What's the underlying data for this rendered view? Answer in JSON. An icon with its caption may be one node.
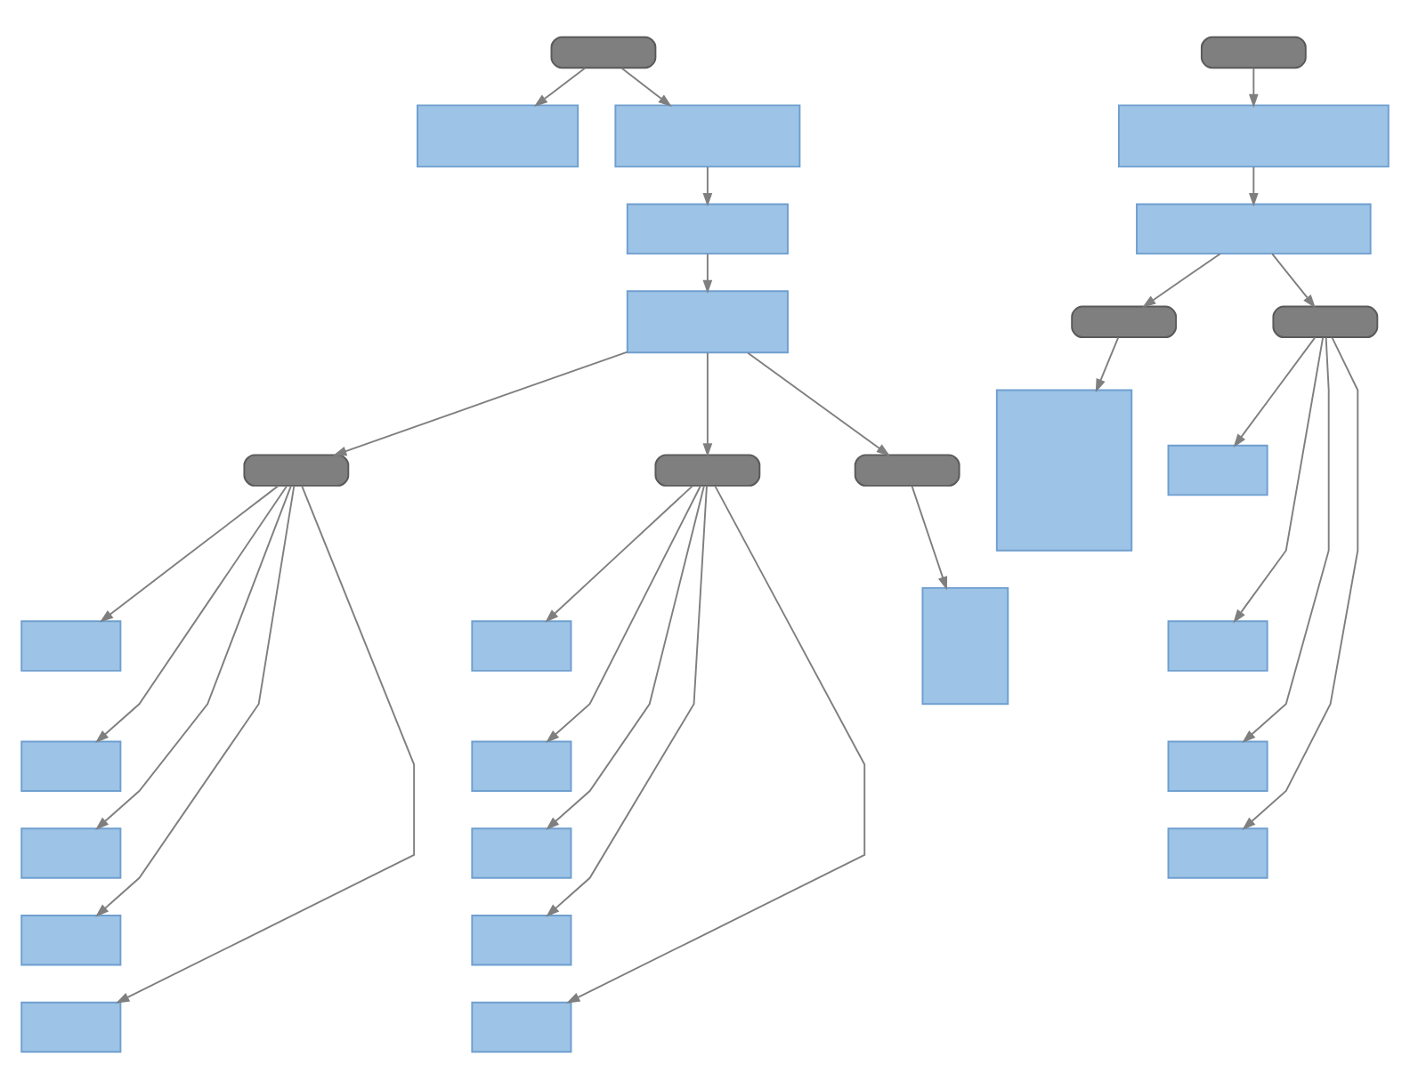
{
  "diagram": {
    "nodes": [
      {
        "text": [],
        "shape": "box"
      },
      {
        "text": [],
        "shape": "box"
      },
      {
        "text": [],
        "shape": "box"
      },
      {
        "text": [],
        "shape": "box"
      },
      {
        "text": [],
        "shape": "box"
      },
      {
        "text": [],
        "shape": "box"
      },
      {
        "text": [],
        "shape": "box"
      },
      {
        "text": [],
        "shape": "box"
      },
      {
        "text": [],
        "shape": "box"
      },
      {
        "text": [],
        "shape": "box"
      },
      {
        "text": [],
        "shape": "box"
      },
      {
        "text": [],
        "shape": "box"
      },
      {
        "text": [],
        "shape": "box"
      },
      {
        "text": [],
        "shape": "box"
      },
      {
        "text": [],
        "shape": "box"
      },
      {
        "text": [],
        "shape": "box"
      },
      {
        "text": [],
        "shape": "box"
      },
      {
        "text": [],
        "shape": "box"
      },
      {
        "text": [],
        "shape": "box"
      },
      {
        "text": [],
        "shape": "box"
      },
      {
        "text": [],
        "shape": "box"
      },
      {
        "text": [],
        "shape": "box"
      },
      {
        "text": [],
        "shape": "box"
      },
      {
        "text": [],
        "shape": "box"
      },
      {
        "text": [],
        "shape": "box"
      },
      {
        "text": [],
        "shape": "box"
      },
      {
        "text": [],
        "shape": "box"
      },
      {
        "text": [],
        "shape": "box"
      },
      {
        "text": [],
        "shape": "box"
      }
    ],
    "edges": [
      {
        "from": 0,
        "to": 1,
        "arrow": "to"
      },
      {
        "from": 0,
        "to": 2,
        "arrow": "to"
      },
      {
        "from": 2,
        "to": 3,
        "arrow": "to"
      },
      {
        "from": 3,
        "to": 4,
        "arrow": "to"
      },
      {
        "from": 4,
        "to": 5,
        "arrow": "to"
      },
      {
        "from": 4,
        "to": 11,
        "arrow": "to"
      },
      {
        "from": 4,
        "to": 17,
        "arrow": "to"
      },
      {
        "from": 5,
        "to": 6,
        "arrow": "to"
      },
      {
        "from": 5,
        "to": 7,
        "arrow": "to"
      },
      {
        "from": 5,
        "to": 8,
        "arrow": "to"
      },
      {
        "from": 5,
        "to": 9,
        "arrow": "to"
      },
      {
        "from": 5,
        "to": 10,
        "arrow": "to"
      },
      {
        "from": 11,
        "to": 12,
        "arrow": "to"
      },
      {
        "from": 11,
        "to": 13,
        "arrow": "to"
      },
      {
        "from": 11,
        "to": 14,
        "arrow": "to"
      },
      {
        "from": 11,
        "to": 15,
        "arrow": "to"
      },
      {
        "from": 11,
        "to": 16,
        "arrow": "to"
      },
      {
        "from": 17,
        "to": 18,
        "arrow": "to"
      },
      {
        "from": 19,
        "to": 20,
        "arrow": "to"
      },
      {
        "from": 20,
        "to": 21,
        "arrow": "to"
      },
      {
        "from": 21,
        "to": 22,
        "arrow": "to"
      },
      {
        "from": 21,
        "to": 24,
        "arrow": "to"
      },
      {
        "from": 22,
        "to": 23,
        "arrow": "to"
      },
      {
        "from": 24,
        "to": 25,
        "arrow": "to"
      },
      {
        "from": 24,
        "to": 26,
        "arrow": "to"
      },
      {
        "from": 24,
        "to": 27,
        "arrow": "to"
      },
      {
        "from": 24,
        "to": 28,
        "arrow": "to"
      }
    ]
  }
}
